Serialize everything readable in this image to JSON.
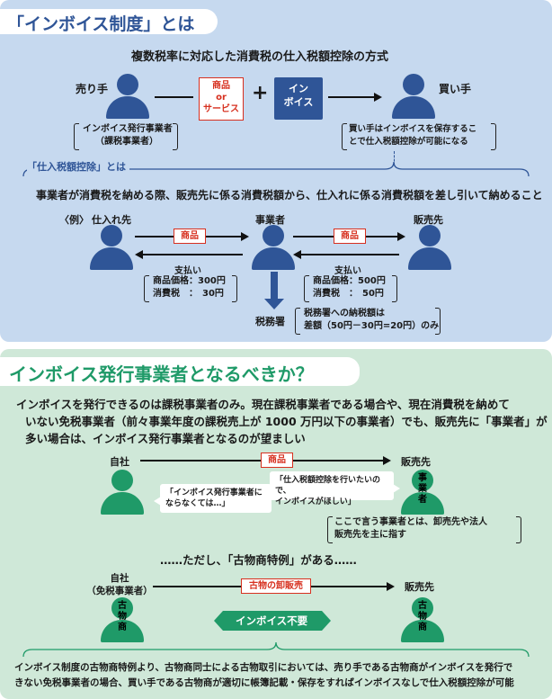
{
  "section1": {
    "title": "「インボイス制度」とは",
    "subtitle": "複数税率に対応した消費税の仕入税額控除の方式",
    "seller_label": "売り手",
    "buyer_label": "買い手",
    "goods_or_service": [
      "商品",
      "or",
      "サービス"
    ],
    "plus_sign": "+",
    "invoice_box": [
      "イン",
      "ボイス"
    ],
    "seller_note": [
      "インボイス発行事業者",
      "（課税事業者）"
    ],
    "buyer_note": [
      "買い手はインボイスを保存するこ",
      "とで仕入税額控除が可能になる"
    ],
    "deduction_heading": "「仕入税額控除」とは",
    "deduction_definition": "事業者が消費税を納める際、販売先に係る消費税額から、仕入れに係る消費税額を差し引いて納めること",
    "example_label": "〈例〉",
    "supplier_label": "仕入れ先",
    "business_label": "事業者",
    "customer_label": "販売先",
    "goods_label": "商品",
    "payment_label": "支払い",
    "payment_left": [
      "商品価格：300円",
      "消費税　：　30円"
    ],
    "payment_right": [
      "商品価格：500円",
      "消費税　：　50円"
    ],
    "tax_office_label": "税務署",
    "tax_note": [
      "税務署への納税額は",
      "差額（50円－30円=20円）のみ"
    ]
  },
  "section2": {
    "title": "インボイス発行事業者となるべきか？",
    "paragraph": [
      "インボイスを発行できるのは課税事業者のみ。現在課税事業者である場合や、現在消費税を納めて",
      "いない免税事業者（前々事業年度の課税売上が 1000 万円以下の事業者）でも、販売先に「事業者」が",
      "多い場合は、インボイス発行事業者となるのが望ましい"
    ],
    "own_company_label": "自社",
    "customer_label": "販売先",
    "goods_label": "商品",
    "own_speech": [
      "「インボイス発行事業者に",
      "ならなくては…」"
    ],
    "customer_speech": [
      "「仕入税額控除を行いたいので、",
      "インボイスがほしい」"
    ],
    "business_badge": "事業者",
    "business_note": [
      "ここで言う事業者とは、卸売先や法人",
      "販売先を主に指す"
    ],
    "however": "……ただし、「古物商特例」がある……",
    "own_company_exempt": [
      "自社",
      "（免税事業者）"
    ],
    "customer2_label": "販売先",
    "wholesale_label": "古物の卸販売",
    "secondhand_badge": "古物商",
    "invoice_not_needed": "インボイス不要",
    "conclusion": [
      "インボイス制度の古物商特例より、古物商同士による古物取引においては、売り手である古物商がインボイスを発行で",
      "きない免税事業者の場合、買い手である古物商が適切に帳簿記載・保存をすればインボイスなしで仕入税額控除が可能"
    ]
  },
  "colors": {
    "section1_bg": "#c6d9ef",
    "section2_bg": "#cfe8d8",
    "title1_text": "#2f5597",
    "title2_text": "#1f9a68",
    "navy": "#2f5597",
    "green": "#1f9a68",
    "red": "#d7301f"
  }
}
